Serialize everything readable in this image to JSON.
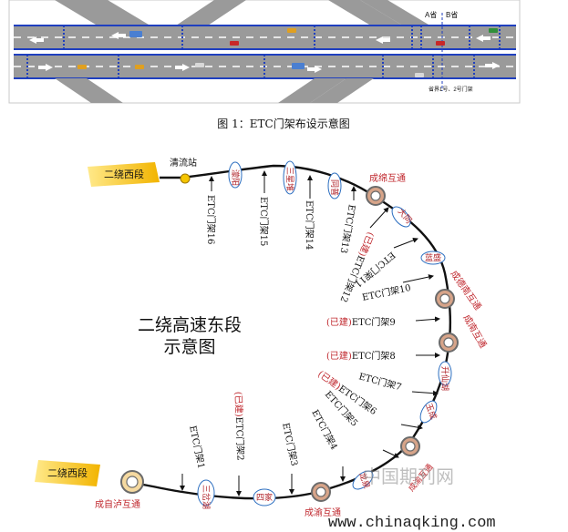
{
  "fig1": {
    "caption": "图 1：ETC门架布设示意图",
    "label_a": "A省",
    "label_b": "B省",
    "gantry_note": "省界1号、2号门架"
  },
  "fig2": {
    "title_line1": "二绕高速东段",
    "title_line2": "示意图",
    "west_top": "二绕西段",
    "west_bottom": "二绕西段",
    "station": "清流站",
    "interchanges": [
      "成绵互通",
      "成德南互通",
      "成南互通",
      "成渝互通",
      "成渝互通",
      "成自泸互通"
    ],
    "nodes": [
      "濛阳",
      "三星堆",
      "同普",
      "大同",
      "蓝盛",
      "升仙湖",
      "玉成",
      "龙泉",
      "四家",
      "三岔湖"
    ],
    "gantries": [
      {
        "built": "",
        "text": "ETC门架16"
      },
      {
        "built": "",
        "text": "ETC门架15"
      },
      {
        "built": "",
        "text": "ETC门架14"
      },
      {
        "built": "",
        "text": "ETC门架13"
      },
      {
        "built": "(已建)",
        "text": "ETC门架12"
      },
      {
        "built": "",
        "text": "ETC门架11"
      },
      {
        "built": "",
        "text": "ETC门架10"
      },
      {
        "built": "(已建)",
        "text": "ETC门架9"
      },
      {
        "built": "(已建)",
        "text": "ETC门架8"
      },
      {
        "built": "",
        "text": "ETC门架7"
      },
      {
        "built": "(已建)",
        "text": "ETC门架6"
      },
      {
        "built": "",
        "text": "ETC门架5"
      },
      {
        "built": "",
        "text": "ETC门架4"
      },
      {
        "built": "",
        "text": "ETC门架3"
      },
      {
        "built": "(已建)",
        "text": "ETC门架2"
      },
      {
        "built": "",
        "text": "ETC门架1"
      }
    ],
    "watermark": "中国期刊网",
    "website": "www.chinaqking.com"
  }
}
